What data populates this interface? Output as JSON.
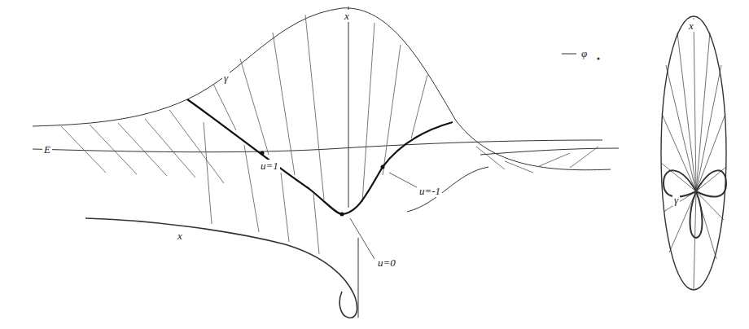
{
  "diagram": {
    "labels": [
      "x",
      "γ",
      "φ",
      "E",
      "u=1",
      "u=-1",
      "u=0",
      "x",
      "x",
      "γ"
    ]
  }
}
